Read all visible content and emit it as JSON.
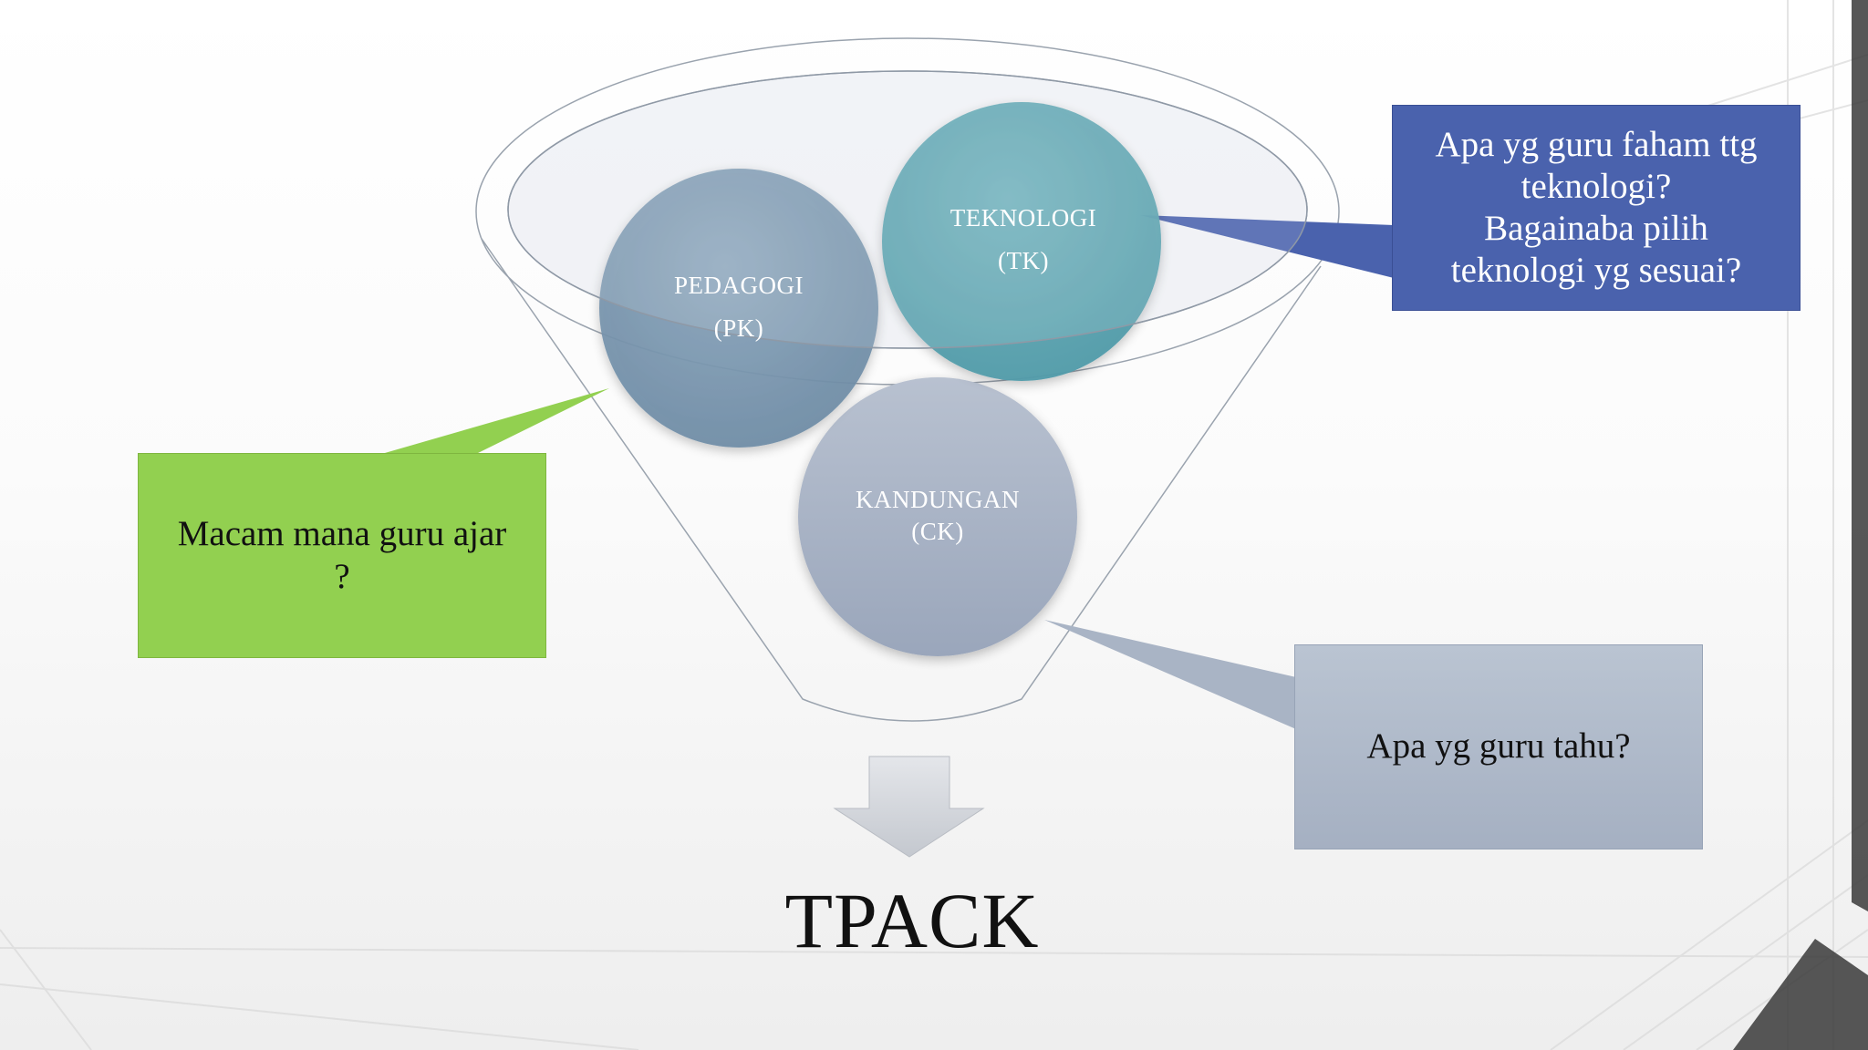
{
  "circles": {
    "pedagogi": {
      "name": "PEDAGOGI",
      "abbr": "(PK)"
    },
    "teknologi": {
      "name": "TEKNOLOGI",
      "abbr": "(TK)"
    },
    "kandungan": {
      "name": "KANDUNGAN",
      "abbr": "(CK)"
    }
  },
  "callouts": {
    "teknologi": {
      "lines": [
        "Apa yg guru faham ttg",
        "teknologi?",
        "Bagainaba pilih",
        "teknologi yg sesuai?"
      ],
      "color": "#4a62ad"
    },
    "pedagogi": {
      "lines": [
        "Macam mana guru ajar",
        "?"
      ],
      "color": "#92d050"
    },
    "kandungan": {
      "lines": [
        "Apa yg guru tahu?"
      ],
      "color": "#a9b4c5"
    }
  },
  "result": {
    "title": "TPACK"
  },
  "colors": {
    "circle_pedagogi": "#7392ab",
    "circle_teknologi": "#5aa3b0",
    "circle_kandungan": "#a7b2c5"
  }
}
